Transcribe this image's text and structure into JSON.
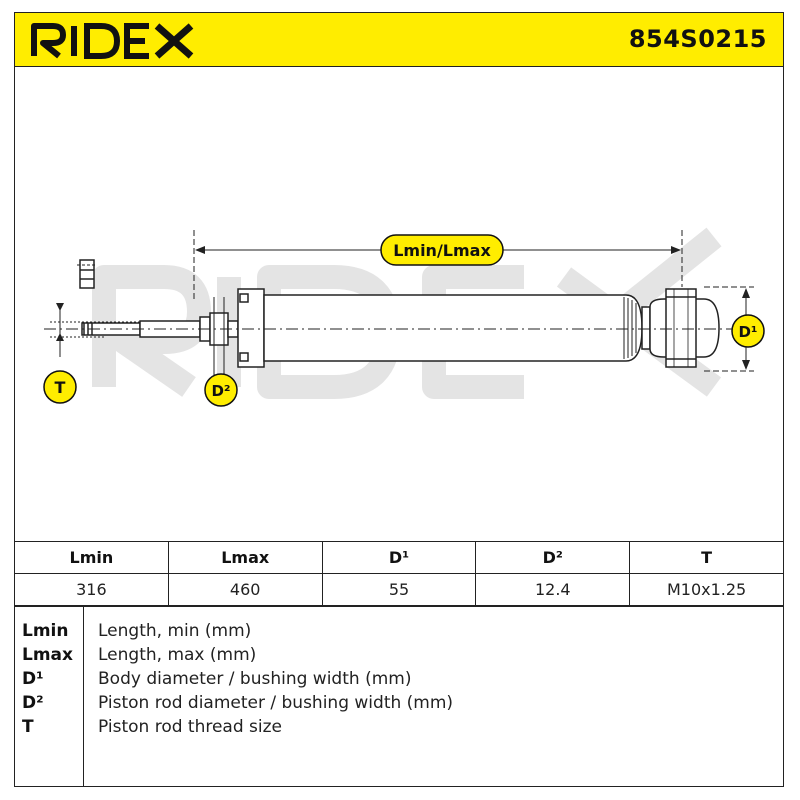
{
  "header": {
    "brand": "RIDEX",
    "part_number": "854S0215",
    "accent_color": "#ffed00"
  },
  "diagram": {
    "labels": {
      "length": "Lmin/Lmax",
      "d1": "D¹",
      "d2": "D²",
      "t": "T"
    },
    "watermark": "RIDEX"
  },
  "table": {
    "headers": [
      "Lmin",
      "Lmax",
      "D¹",
      "D²",
      "T"
    ],
    "values": [
      "316",
      "460",
      "55",
      "12.4",
      "M10x1.25"
    ]
  },
  "legend": [
    {
      "symbol": "Lmin",
      "description": "Length, min (mm)"
    },
    {
      "symbol": "Lmax",
      "description": "Length, max (mm)"
    },
    {
      "symbol": "D¹",
      "description": "Body diameter / bushing width (mm)"
    },
    {
      "symbol": "D²",
      "description": "Piston rod diameter / bushing width (mm)"
    },
    {
      "symbol": "T",
      "description": "Piston rod thread size"
    }
  ]
}
